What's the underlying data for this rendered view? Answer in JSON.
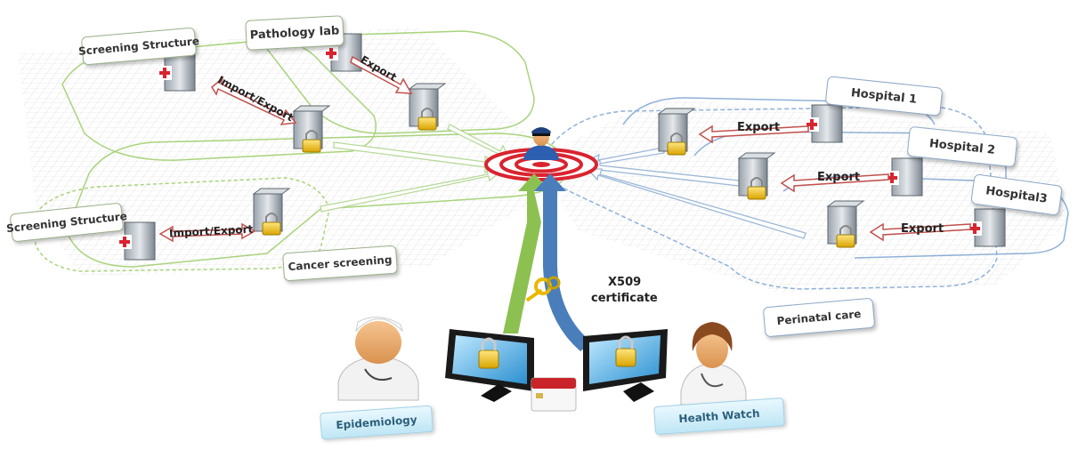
{
  "labels": {
    "screening_structure_top": "Screening Structure",
    "pathology_lab": "Pathology lab",
    "screening_structure_left": "Screening Structure",
    "cancer_screening": "Cancer screening",
    "hospital_1": "Hospital 1",
    "hospital_2": "Hospital 2",
    "hospital_3": "Hospital3",
    "perinatal_care": "Perinatal care",
    "certificate_line1": "X509",
    "certificate_line2": "certificate",
    "epidemiology": "Epidemiology",
    "health_watch": "Health Watch"
  },
  "arrows": {
    "import_export_top": "Import/Export",
    "export_pathology": "Export",
    "import_export_left": "Import/Export",
    "export_h1": "Export",
    "export_h2": "Export",
    "export_h3": "Export"
  },
  "colors": {
    "green_zone": "#9ccb6e",
    "blue_zone": "#8fb0d8",
    "target_red": "#d9242f",
    "green_link": "#8cc152",
    "blue_link": "#4a7ebb",
    "export_arrow": "#c0504d"
  }
}
